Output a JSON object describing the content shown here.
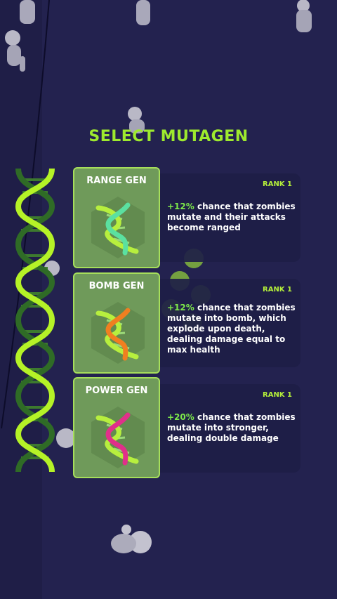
{
  "screen": {
    "title": "SELECT MUTAGEN"
  },
  "colors": {
    "background": "#23224f",
    "accent": "#9eea2e",
    "tile": "#6f9a5a",
    "tile_border": "#a6de5b"
  },
  "gens": [
    {
      "name": "RANGE GEN",
      "rank": "RANK 1",
      "percent": "+12%",
      "description": "chance that zombies mutate and their attacks become ranged",
      "icon": "range-dna-icon",
      "strand_a": "#b7ef3e",
      "strand_b": "#5be0a0"
    },
    {
      "name": "BOMB GEN",
      "rank": "RANK 1",
      "percent": "+12%",
      "description": "chance that zombies mutate into bomb, which explode upon death, dealing damage equal to max health",
      "icon": "bomb-dna-icon",
      "strand_a": "#b7ef3e",
      "strand_b": "#f07f20"
    },
    {
      "name": "POWER GEN",
      "rank": "RANK 1",
      "percent": "+20%",
      "description": "chance that zombies mutate into stronger, dealing double damage",
      "icon": "power-dna-icon",
      "strand_a": "#b7ef3e",
      "strand_b": "#e0308a"
    }
  ]
}
